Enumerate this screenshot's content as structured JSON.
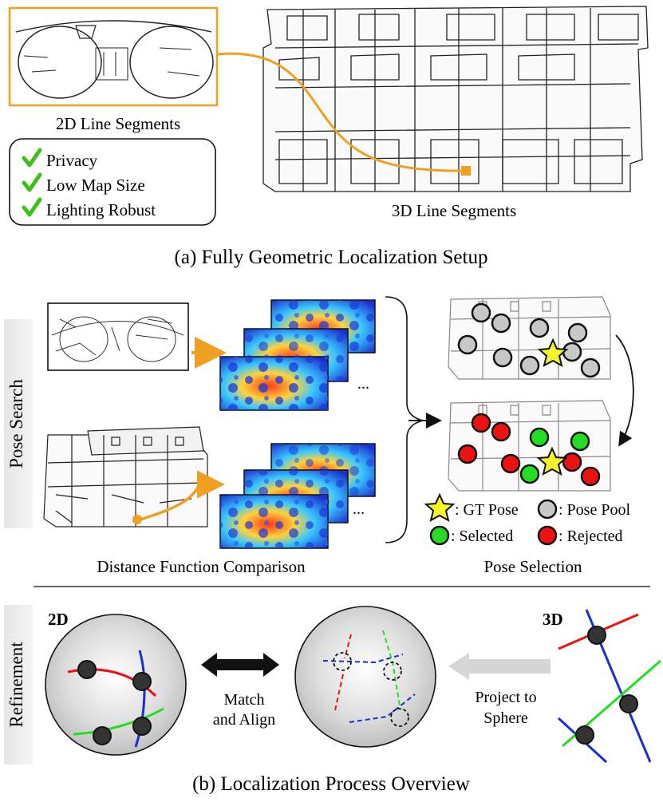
{
  "panel_a": {
    "label_2d": "2D Line Segments",
    "label_3d": "3D Line Segments",
    "caption": "(a) Fully Geometric Localization Setup",
    "benefits": [
      "Privacy",
      "Low Map Size",
      "Lighting Robust"
    ]
  },
  "pose_search": {
    "side_label": "Pose Search",
    "distance_caption": "Distance Function Comparison",
    "selection_caption": "Pose Selection",
    "ellipsis": "...",
    "legend": {
      "gt_pose": ": GT Pose",
      "pose_pool": ": Pose Pool",
      "selected": ": Selected",
      "rejected": ": Rejected"
    }
  },
  "refinement": {
    "side_label": "Refinement",
    "label_2d": "2D",
    "label_3d": "3D",
    "match_line1": "Match",
    "match_line2": "and Align",
    "project_line1": "Project to",
    "project_line2": "Sphere"
  },
  "panel_b": {
    "caption": "(b) Localization Process Overview"
  },
  "colors": {
    "orange": "#f0a020",
    "check_green": "#3fbf1a",
    "selected": "#22dd22",
    "rejected": "#ee1111",
    "pool": "#c8c8c8",
    "star": "#f5f52a"
  },
  "icons": [
    "check-icon",
    "star-icon",
    "arrow-icon"
  ]
}
